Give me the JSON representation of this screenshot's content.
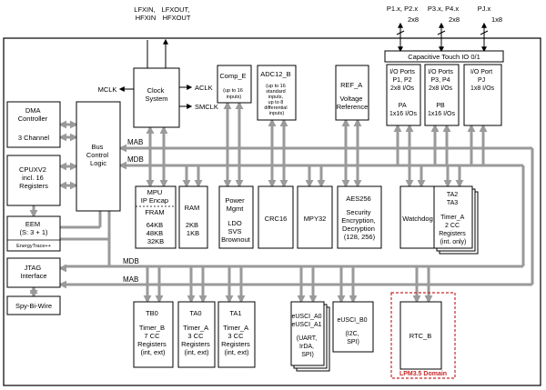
{
  "pins": {
    "lfxin": [
      "LFXIN,",
      "HFXIN"
    ],
    "lfxout": [
      "LFXOUT,",
      "HFXOUT"
    ],
    "p1": [
      "P1.x, P2.x"
    ],
    "p1_width": [
      "2x8"
    ],
    "p3": [
      "P3.x, P4.x"
    ],
    "p3_width": [
      "2x8"
    ],
    "pj": [
      "PJ.x"
    ],
    "pj_width": [
      "1x8"
    ]
  },
  "signals": {
    "mclk": [
      "MCLK"
    ],
    "aclk": [
      "ACLK"
    ],
    "smclk": [
      "SMCLK"
    ]
  },
  "buses": {
    "mab": [
      "MAB"
    ],
    "mdb": [
      "MDB"
    ]
  },
  "blocks": {
    "dma": [
      "DMA",
      "Controller",
      "",
      "3 Channel"
    ],
    "bus_control": [
      "Bus",
      "Control",
      "Logic"
    ],
    "cpu": [
      "CPUXV2",
      "incl. 16",
      "Registers"
    ],
    "eem": [
      "EEM",
      "(S: 3 + 1)"
    ],
    "energytrace": [
      "EnergyTrace++"
    ],
    "jtag": [
      "JTAG",
      "Interface"
    ],
    "spybiwire": [
      "Spy-Bi-Wire"
    ],
    "clock": [
      "Clock",
      "System"
    ],
    "comp": [
      "Comp_E",
      "",
      "(up to 16",
      "inputs)"
    ],
    "adc": [
      "ADC12_B",
      "",
      "(up to 16",
      "standard",
      "inputs,",
      "up to 8",
      "differential",
      "inputs)"
    ],
    "ref": [
      "REF_A",
      "",
      "Voltage",
      "Reference"
    ],
    "captouch": [
      "Capacitive Touch IO 0/1"
    ],
    "io_pa": [
      "I/O Ports",
      "P1, P2",
      "2x8 I/Os",
      "",
      "PA",
      "1x16 I/Os"
    ],
    "io_pb": [
      "I/O Ports",
      "P3, P4",
      "2x8 I/Os",
      "",
      "PB",
      "1x16 I/Os"
    ],
    "io_pj": [
      "I/O Port",
      "PJ",
      "1x8 I/Os"
    ],
    "mpu": [
      "MPU",
      "IP Encap"
    ],
    "fram": [
      "FRAM",
      "",
      "64KB",
      "48KB",
      "32KB"
    ],
    "ram": [
      "RAM",
      "",
      "2KB",
      "1KB"
    ],
    "power": [
      "Power",
      "Mgmt",
      "",
      "LDO",
      "SVS",
      "Brownout"
    ],
    "crc": [
      "CRC16"
    ],
    "mpy": [
      "MPY32"
    ],
    "aes": [
      "AES256",
      "",
      "Security",
      "Encryption,",
      "Decryption",
      "(128, 256)"
    ],
    "watchdog": [
      "Watchdog"
    ],
    "ta2": [
      "TA2",
      "TA3",
      "",
      "Timer_A",
      "2 CC",
      "Registers",
      "(int. only)"
    ],
    "tb0": [
      "TB0",
      "",
      "Timer_B",
      "7 CC",
      "Registers",
      "(int, ext)"
    ],
    "ta0": [
      "TA0",
      "",
      "Timer_A",
      "3 CC",
      "Registers",
      "(int, ext)"
    ],
    "ta1": [
      "TA1",
      "",
      "Timer_A",
      "3 CC",
      "Registers",
      "(int, ext)"
    ],
    "eusci_a": [
      "eUSCI_A0",
      "eUSCI_A1",
      "",
      "(UART,",
      "IrDA,",
      "SPI)"
    ],
    "eusci_b": [
      "eUSCI_B0",
      "",
      "(I2C,",
      "SPI)"
    ],
    "rtc": [
      "RTC_B"
    ]
  },
  "domain": {
    "lpm": [
      "LPM3.5 Domain"
    ]
  },
  "colors": {
    "bus": "#9a9a9a",
    "lpm_domain": "#c62828",
    "block_border": "#000000"
  }
}
